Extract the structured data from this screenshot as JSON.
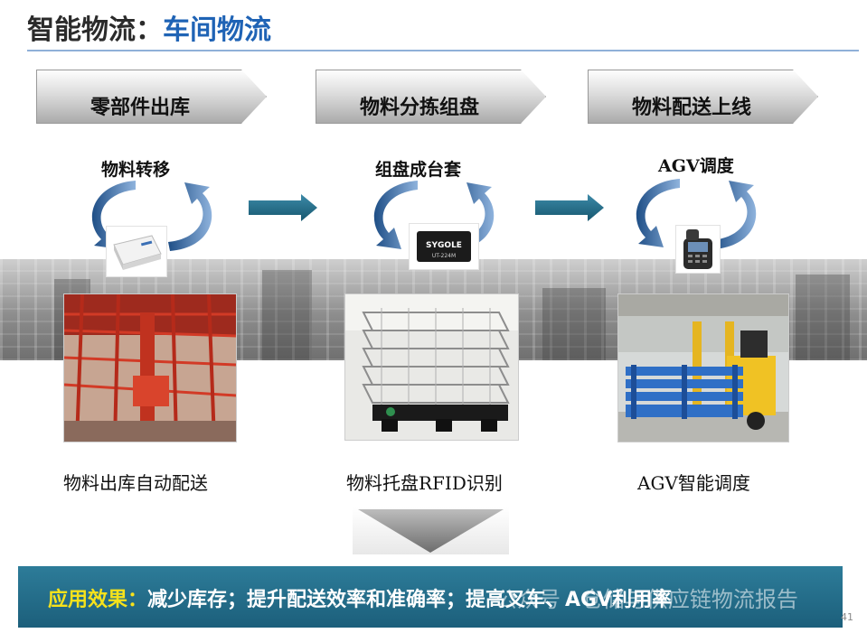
{
  "title": {
    "main": "智能物流：",
    "sub": "车间物流"
  },
  "steps": [
    {
      "label": "零部件出库",
      "cycle_label": "物料转移",
      "caption": "物料出库自动配送",
      "device_icon": "rfid-reader-icon"
    },
    {
      "label": "物料分拣组盘",
      "cycle_label": "组盘成台套",
      "caption": "物料托盘RFID识别",
      "device_icon": "rfid-tag-icon",
      "device_brand": "SYGOLE",
      "device_model": "UT-224M"
    },
    {
      "label": "物料配送上线",
      "cycle_label": "AGV调度",
      "caption": "AGV智能调度",
      "device_icon": "handheld-terminal-icon"
    }
  ],
  "result": {
    "label": "应用效果：",
    "text": "减少库存；提升配送效率和准确率；提高叉车、AGV利用率"
  },
  "watermark": "公众号 · 仓储与供应链物流报告",
  "page_number": "41",
  "colors": {
    "title_main": "#2b2b2b",
    "title_accent": "#1f63b5",
    "arrow_blue": "#1e6e8c",
    "result_bar": "#1f6380",
    "result_highlight": "#f7e21b"
  }
}
